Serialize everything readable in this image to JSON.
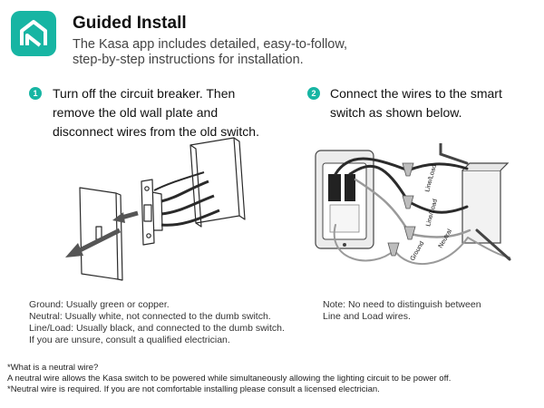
{
  "header": {
    "icon": "kasa-house-icon",
    "title": "Guided Install",
    "subtitle_lines": [
      "The Kasa app includes detailed, easy-to-follow,",
      "step-by-step instructions for installation."
    ]
  },
  "step1": {
    "number": "1",
    "lines": [
      "Turn off the circuit breaker. Then",
      "remove the old wall plate and",
      "disconnect wires from the old switch."
    ],
    "notes": [
      "Ground: Usually green or copper.",
      "Neutral: Usually white, not connected to the dumb switch.",
      "Line/Load: Usually black, and connected to the dumb switch.",
      "If you are unsure, consult a qualified electrician."
    ]
  },
  "step2": {
    "number": "2",
    "lines": [
      "Connect the wires to the smart",
      "switch as shown below."
    ],
    "diagram_labels": {
      "line_load_1": "Line/Load",
      "line_load_2": "Line/Load",
      "neutral": "Neutral",
      "ground": "Ground"
    },
    "note_lines": [
      "Note: No need to distinguish between",
      "Line and Load wires."
    ]
  },
  "footer": [
    "*What is a neutral wire?",
    "A neutral wire allows the Kasa switch to be powered while simultaneously allowing the lighting circuit to be power off.",
    "*Neutral wire is required. If you are not comfortable installing please consult a licensed electrician."
  ],
  "colors": {
    "brand_teal": "#17b5a3",
    "wire_black": "#2b2b2b",
    "wire_gray": "#9a9a9a"
  }
}
